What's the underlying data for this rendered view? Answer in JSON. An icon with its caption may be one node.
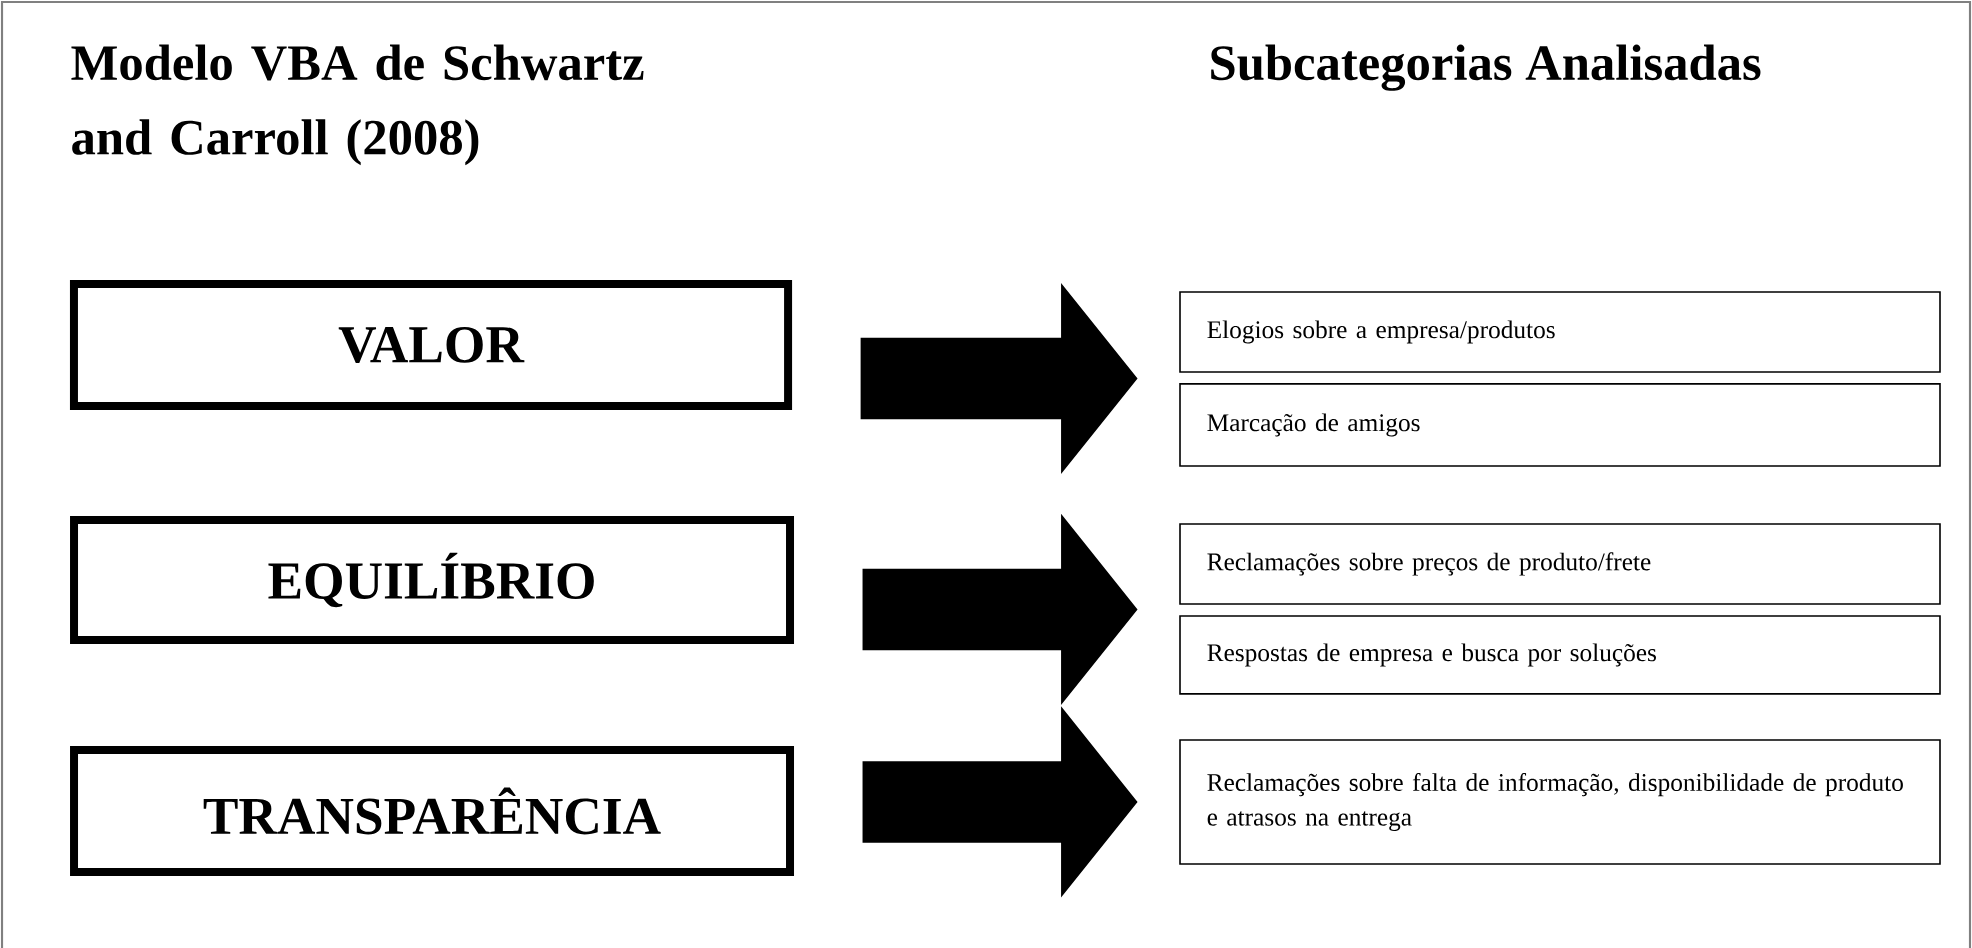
{
  "diagram": {
    "nodes": [
      {
        "text": [
          "VALOR"
        ]
      },
      {
        "text": [
          "EQUILÍBRIO"
        ]
      },
      {
        "text": [
          "TRANSPARÊNCIA"
        ]
      },
      {
        "text": [
          "Elogios sobre a empresa/produtos"
        ]
      },
      {
        "text": [
          "Marcação de amigos"
        ]
      },
      {
        "text": [
          "Reclamações sobre preços de produto/frete"
        ]
      },
      {
        "text": [
          "Respostas de empresa e busca por soluções"
        ]
      },
      {
        "text": [
          "Reclamações sobre falta de informação, disponibilidade de produto e atrasos na entrega"
        ]
      }
    ],
    "edges": [
      {
        "from": 0,
        "to": 3,
        "arrow": "to"
      },
      {
        "from": 0,
        "to": 4,
        "arrow": "to"
      },
      {
        "from": 1,
        "to": 5,
        "arrow": "to"
      },
      {
        "from": 1,
        "to": 6,
        "arrow": "to"
      },
      {
        "from": 2,
        "to": 7,
        "arrow": "to"
      }
    ],
    "labels": [
      "Modelo VBA de Schwartz and Carroll (2008)",
      "Subcategorias Analisadas"
    ]
  }
}
